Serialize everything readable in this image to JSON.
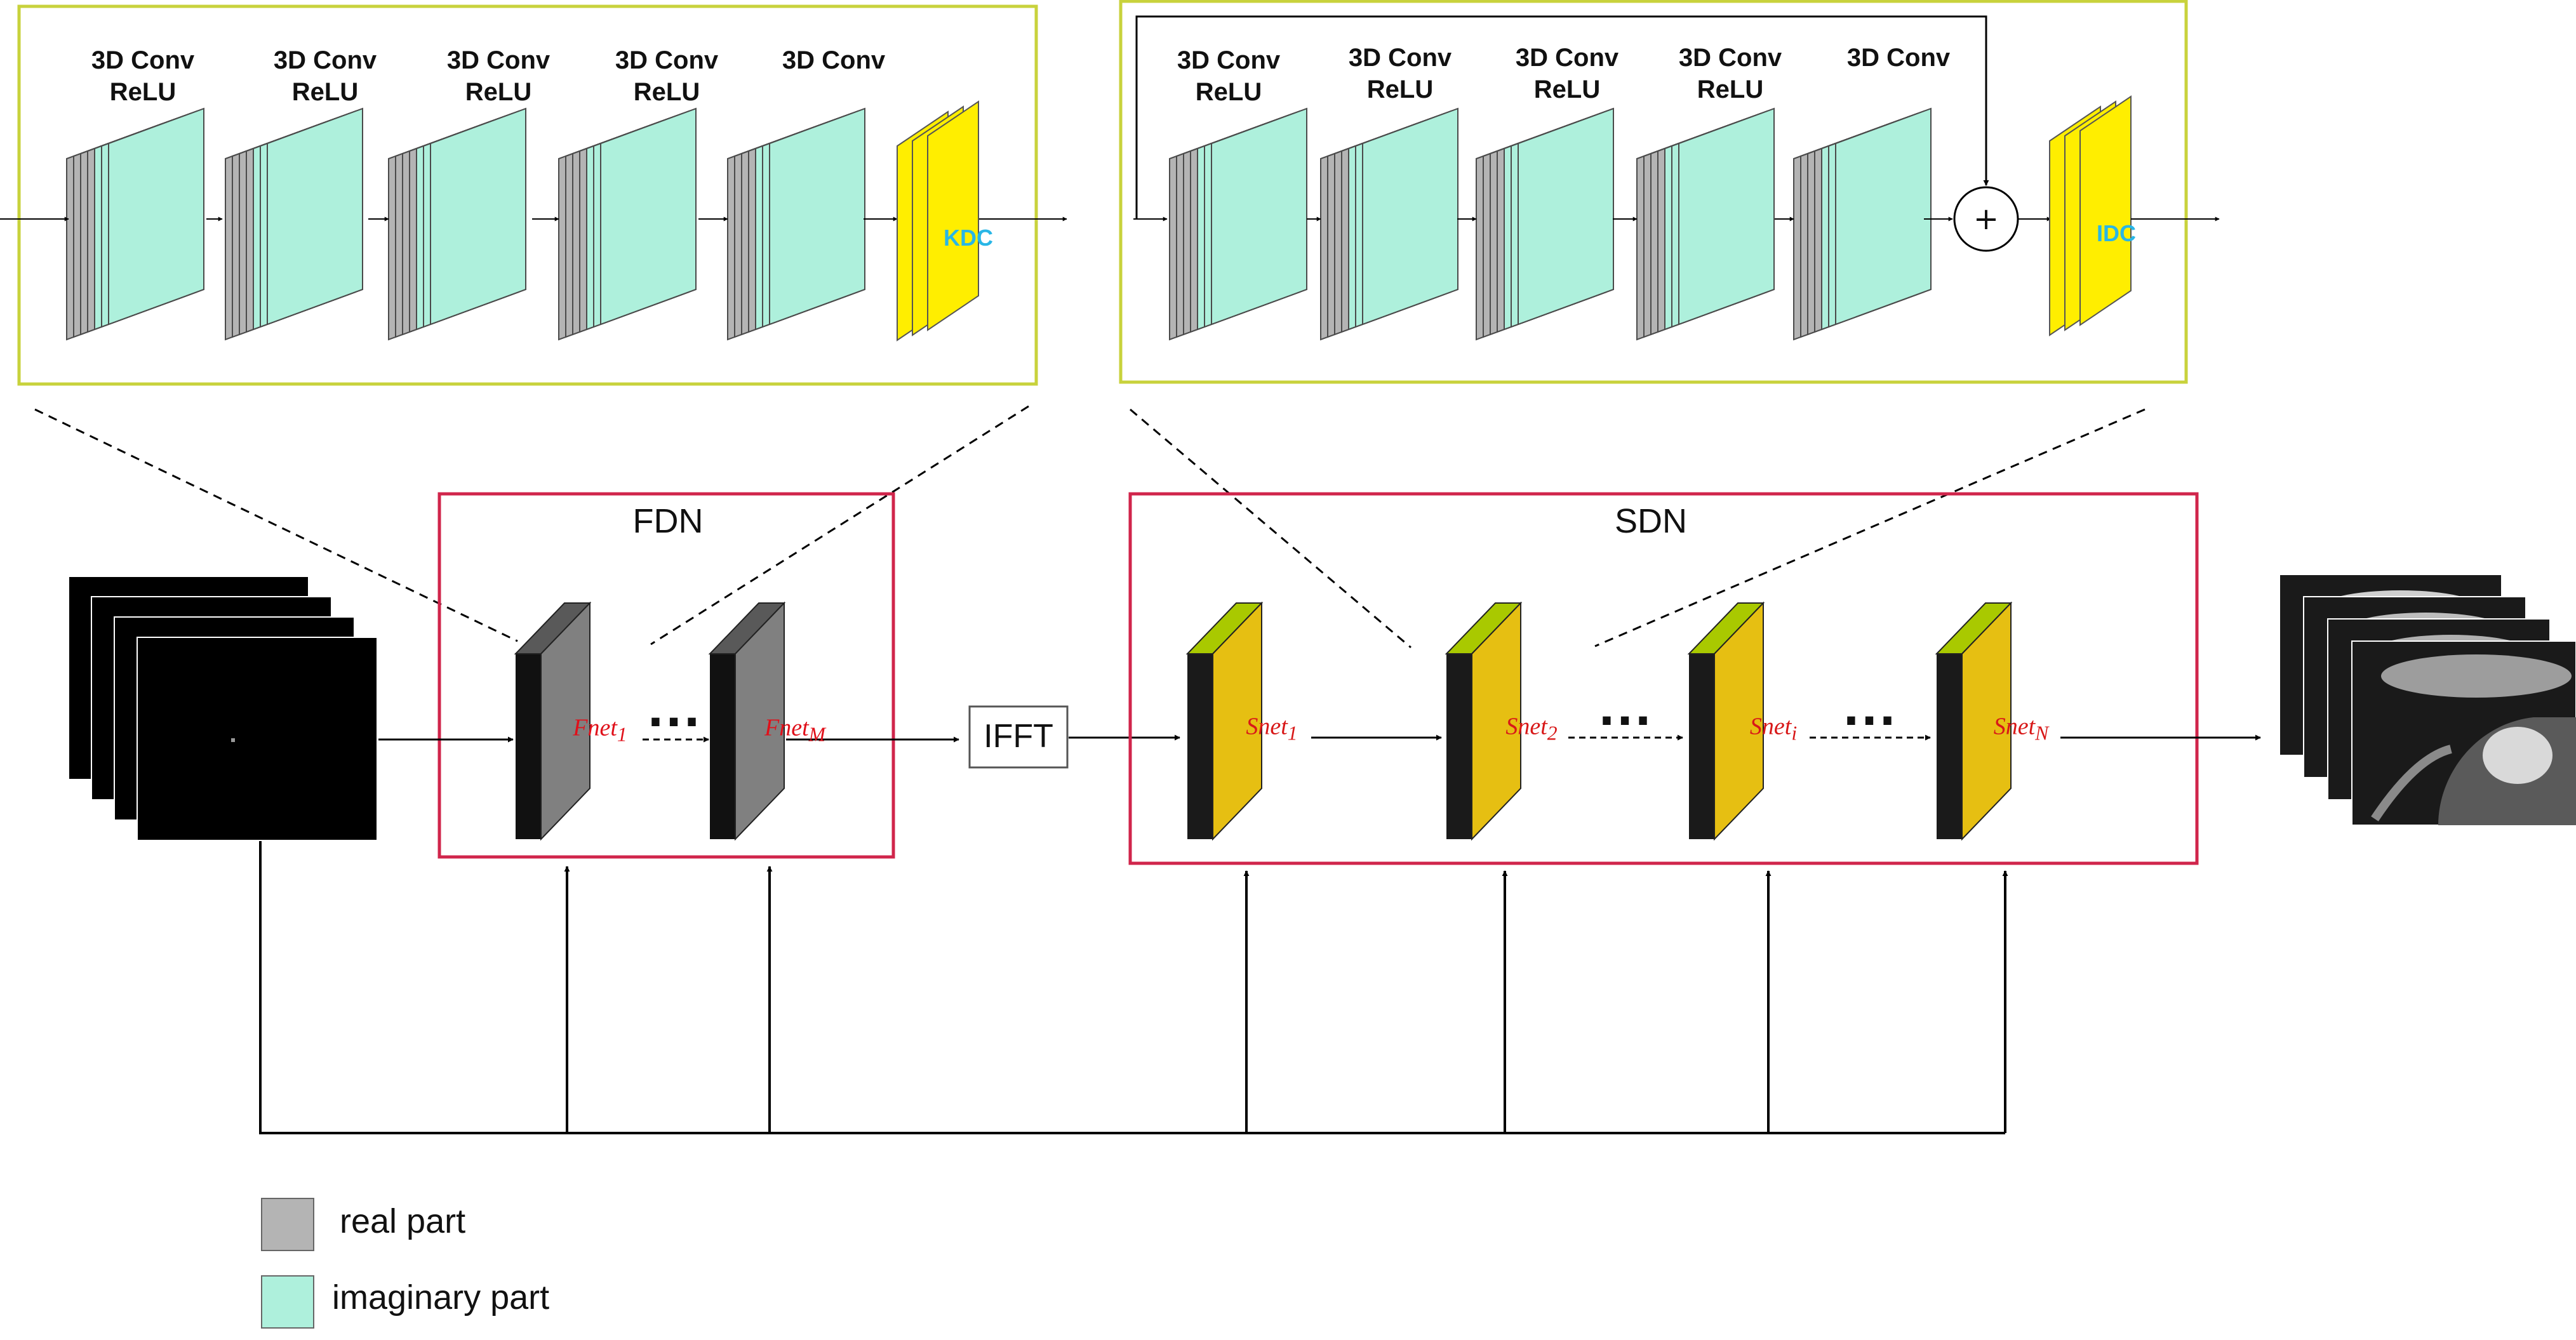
{
  "top_left_block": {
    "layers": [
      "3D Conv\nReLU",
      "3D Conv\nReLU",
      "3D Conv\nReLU",
      "3D Conv\nReLU",
      "3D Conv"
    ],
    "output_label": "KDC"
  },
  "top_right_block": {
    "layers": [
      "3D Conv\nReLU",
      "3D Conv\nReLU",
      "3D Conv\nReLU",
      "3D Conv\nReLU",
      "3D Conv"
    ],
    "add_symbol": "+",
    "output_label": "IDC"
  },
  "fdn": {
    "title": "FDN",
    "first": {
      "base": "Fnet",
      "sub": "1"
    },
    "last": {
      "base": "Fnet",
      "sub": "M"
    },
    "ellipsis": "..."
  },
  "ifft": "IFFT",
  "sdn": {
    "title": "SDN",
    "nets": [
      {
        "base": "Snet",
        "sub": "1"
      },
      {
        "base": "Snet",
        "sub": "2"
      },
      {
        "base": "Snet",
        "sub": "i"
      },
      {
        "base": "Snet",
        "sub": "N"
      }
    ],
    "ellipsis": "..."
  },
  "legend": {
    "items": [
      {
        "label": "real part",
        "color": "#b4b4b4"
      },
      {
        "label": "imaginary part",
        "color": "#aef0dc"
      }
    ]
  },
  "colors": {
    "real": "#b4b4b4",
    "imag": "#aef0dc",
    "kdc": "#ffee00",
    "block_border": "#c8d23c",
    "module_border": "#d0254b",
    "snet_front": "#e6bf12",
    "snet_top": "#a9c900",
    "fnet_front": "#7e7e7e"
  }
}
